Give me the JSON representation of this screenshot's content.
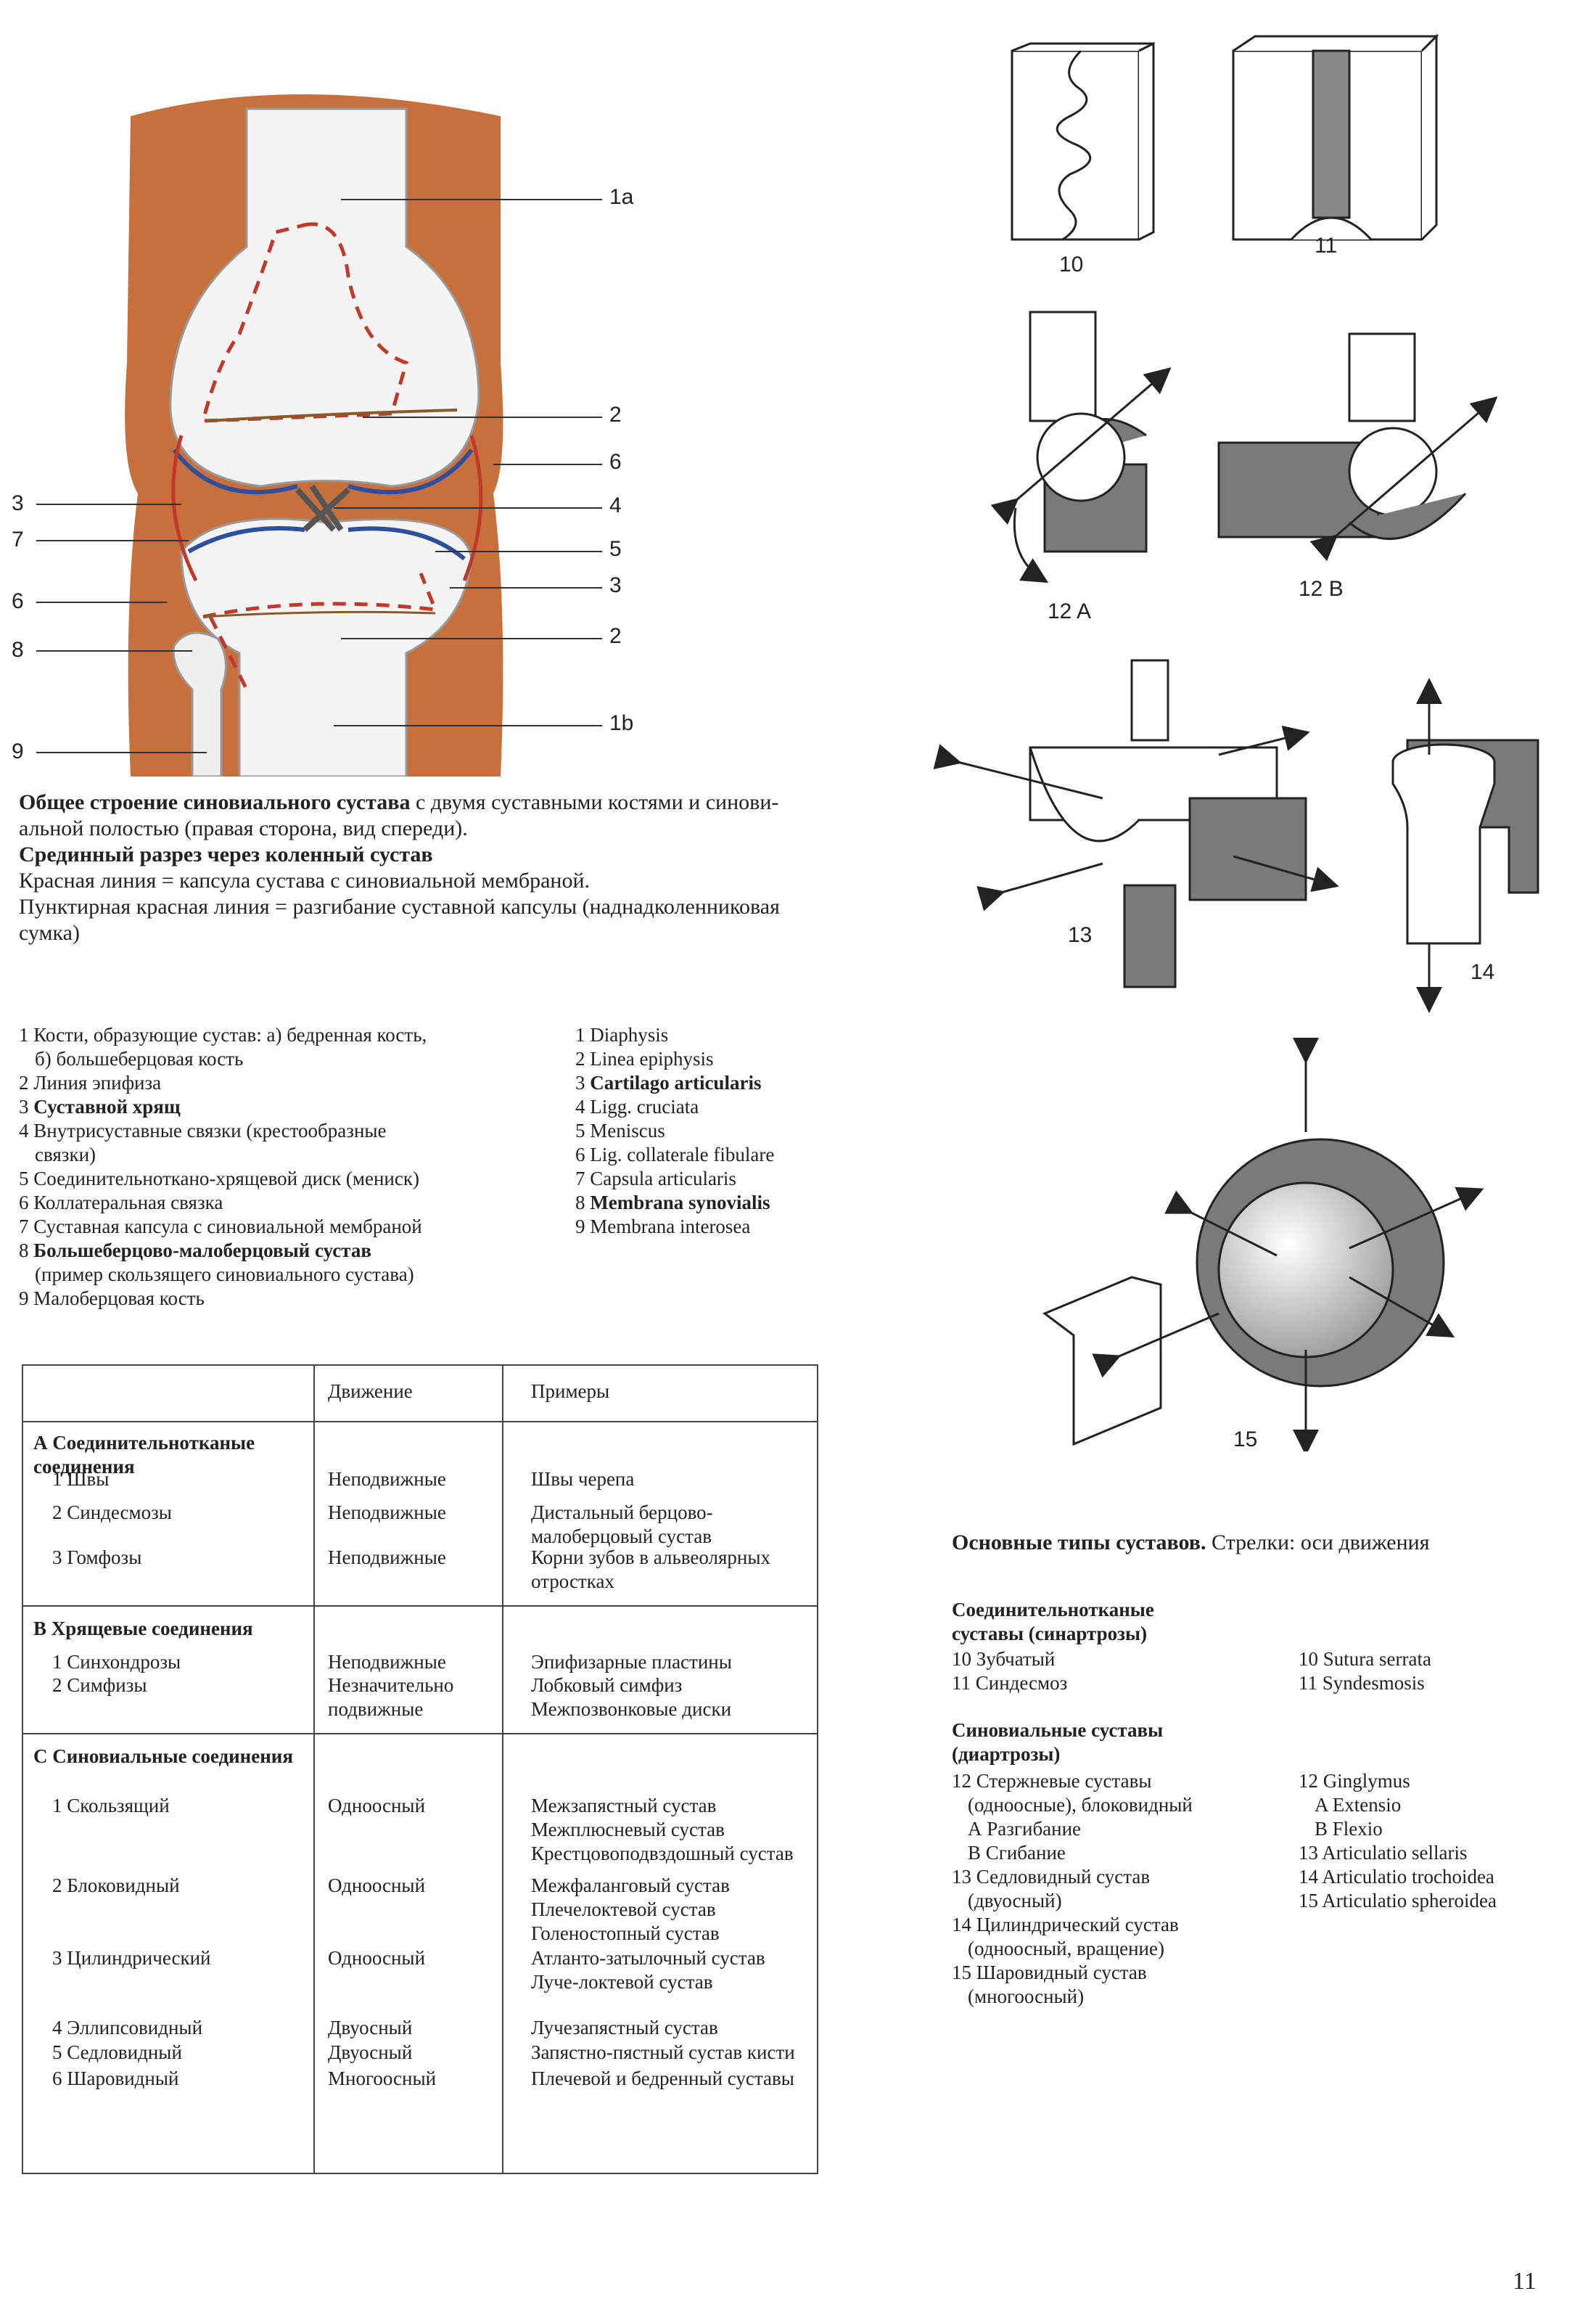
{
  "knee_figure": {
    "callouts": {
      "l1a": "1a",
      "l2a": "2",
      "l6a": "6",
      "l4": "4",
      "l5": "5",
      "l3r": "3",
      "l2b": "2",
      "l1b": "1b",
      "l3l": "3",
      "l7": "7",
      "l6l": "6",
      "l8": "8",
      "l9": "9"
    },
    "colors": {
      "skin": "#c8703c",
      "capsule_red": "#c0392b",
      "cartilage_blue": "#2e4e9e",
      "bone": "#f2f2f2"
    }
  },
  "caption": {
    "line1_bold": "Общее строение синовиального сустава",
    "line1_rest": " с двумя суставными костями и синови-",
    "line2": "альной полостью (правая сторона, вид спереди).",
    "line3_bold": "Срединный разрез через коленный сустав",
    "line4": "Красная линия = капсула сустава с синовиальной мембраной.",
    "line5": "Пунктирная красная линия = разгибание суставной капсулы (наднадколенниковая",
    "line6": "сумка)"
  },
  "legend_ru": [
    {
      "text": "1 Кости, образующие сустав: а) бедренная кость,"
    },
    {
      "text": "б) большеберцовая кость",
      "indent": true
    },
    {
      "text": "2 Линия эпифиза"
    },
    {
      "num": "3 ",
      "bold": "Суставной хрящ"
    },
    {
      "text": "4 Внутрисуставные связки (крестообразные"
    },
    {
      "text": "связки)",
      "indent": true
    },
    {
      "text": "5 Соединительнотканo-хрящевой диск (мениск)"
    },
    {
      "text": "6 Коллатеральная связка"
    },
    {
      "text": "7 Суставная капсула с синовиальной мембраной"
    },
    {
      "num": "8 ",
      "bold": "Большеберцово-малоберцовый сустав"
    },
    {
      "text": "(пример скользящего синовиального сустава)",
      "indent": true
    },
    {
      "text": "9 Малоберцовая кость"
    }
  ],
  "legend_lat": [
    {
      "text": "1 Diaphysis"
    },
    {
      "text": "2 Linea epiphysis"
    },
    {
      "num": "3 ",
      "bold": "Cartilago articularis"
    },
    {
      "text": "4 Ligg. cruciata"
    },
    {
      "text": "5 Meniscus"
    },
    {
      "text": "6 Lig. collaterale fibulare"
    },
    {
      "text": "7 Capsula articularis"
    },
    {
      "num": "8 ",
      "bold": "Membrana synovialis"
    },
    {
      "text": "9 Membrana interosea"
    }
  ],
  "table": {
    "headers": [
      "Движение",
      "Примеры"
    ],
    "sections": [
      {
        "title": "А Соединительнотканые соединения",
        "rows": [
          {
            "name": "1 Швы",
            "move": "Неподвижные",
            "ex": "Швы черепа"
          },
          {
            "name": "2 Синдесмозы",
            "move": "Неподвижные",
            "ex": "Дистальный берцово-малоберцовый сустав"
          },
          {
            "name": "3 Гомфозы",
            "move": "Неподвижные",
            "ex": "Корни зубов в альвеолярных отростках"
          }
        ]
      },
      {
        "title": "В Хрящевые соединения",
        "rows": [
          {
            "name": "1 Синхондрозы",
            "move": "Неподвижные",
            "ex": "Эпифизарные пластины"
          },
          {
            "name": "2 Симфизы",
            "move": "Незначительно подвижные",
            "ex": "Лобковый симфиз Межпозвонковые диски"
          }
        ]
      },
      {
        "title": "С Синовиальные соединения",
        "rows": [
          {
            "name": "1 Скользящий",
            "move": "Одноосный",
            "ex": "Межзапястный сустав Межплюсневый сустав Крестцовоподвздошный сустав"
          },
          {
            "name": "2 Блоковидный",
            "move": "Одноосный",
            "ex": "Межфаланговый сустав Плечелоктевой сустав Голеностопный сустав"
          },
          {
            "name": "3 Цилиндрический",
            "move": "Одноосный",
            "ex": "Атланто-затылочный сустав Луче-локтевой сустав"
          },
          {
            "name": "4 Эллипсовидный",
            "move": "Двуосный",
            "ex": "Лучезапястный сустав"
          },
          {
            "name": "5 Седловидный",
            "move": "Двуосный",
            "ex": "Запястно-пястный сустав кисти"
          },
          {
            "name": "6 Шаровидный",
            "move": "Многоосный",
            "ex": "Плечевой и бедренный суставы"
          }
        ]
      }
    ]
  },
  "diagram_labels": {
    "n10": "10",
    "n11": "11",
    "n12a": "12 A",
    "n12b": "12 B",
    "n13": "13",
    "n14": "14",
    "n15": "15"
  },
  "right_caption": {
    "bold": "Основные типы суставов.",
    "rest": " Стрелки: оси движения"
  },
  "right_legend": {
    "h1": "Соединительнотканые суставы (синартрозы)",
    "h1_items_ru": [
      "10 Зубчатый",
      "11 Синдесмоз"
    ],
    "h1_items_lat": [
      "10 Sutura serrata",
      "11 Syndesmosis"
    ],
    "h2": "Синовиальные суставы (диартрозы)",
    "h2_items_ru": [
      {
        "text": "12 Стержневые суставы"
      },
      {
        "text": "(одноосные), блоковидный",
        "indent": true
      },
      {
        "text": "А Разгибание",
        "indent": true
      },
      {
        "text": "В Сгибание",
        "indent": true
      },
      {
        "text": "13 Седловидный сустав"
      },
      {
        "text": "(двуосный)",
        "indent": true
      },
      {
        "text": "14 Цилиндрический сустав"
      },
      {
        "text": "(одноосный, вращение)",
        "indent": true
      },
      {
        "text": "15 Шаровидный сустав"
      },
      {
        "text": "(многоосный)",
        "indent": true
      }
    ],
    "h2_items_lat": [
      {
        "text": "12 Ginglymus"
      },
      {
        "text": "A Extensio",
        "indent": true
      },
      {
        "text": "B Flexio",
        "indent": true
      },
      {
        "text": "13 Articulatio sellaris"
      },
      {
        "text": "14 Articulatio trochoidea"
      },
      {
        "text": "15 Articulatio spheroidea"
      }
    ]
  },
  "page_number": "11"
}
